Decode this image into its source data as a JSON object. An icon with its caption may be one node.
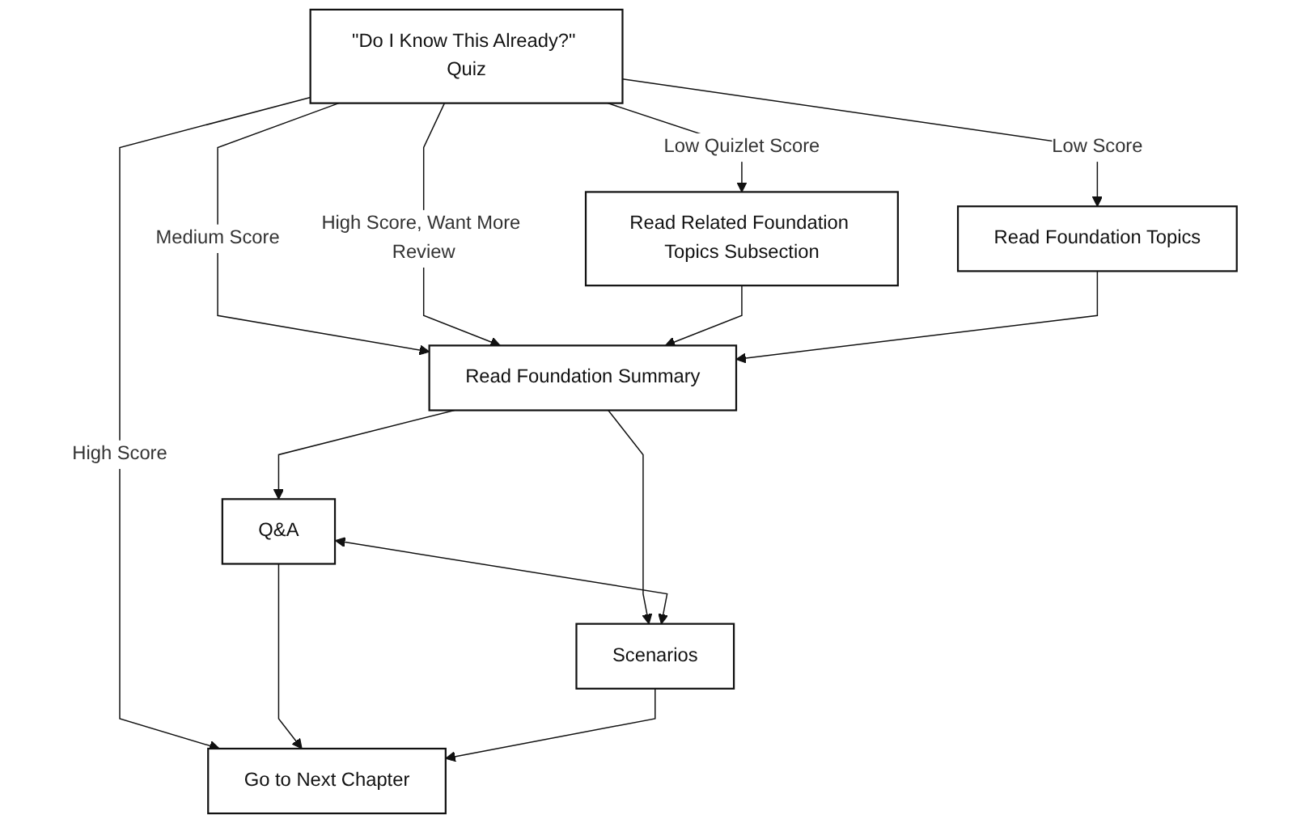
{
  "diagram": {
    "nodes": [
      {
        "text": [
          "\"Do I Know This Already?\" Quiz"
        ]
      },
      {
        "text": [
          "Read Foundation Topics"
        ]
      },
      {
        "text": [
          "Read Related Foundation Topics Subsection"
        ]
      },
      {
        "text": [
          "Read Foundation Summary"
        ]
      },
      {
        "text": [
          "Q&A"
        ]
      },
      {
        "text": [
          "Scenarios"
        ]
      },
      {
        "text": [
          "Go to Next Chapter"
        ]
      }
    ],
    "edges": [
      {
        "from": 0,
        "to": 1,
        "arrow": "to",
        "label": "Low Score"
      },
      {
        "from": 0,
        "to": 2,
        "arrow": "to",
        "label": "Low Quizlet Score"
      },
      {
        "from": 0,
        "to": 3,
        "arrow": "to",
        "label": "Medium Score"
      },
      {
        "from": 0,
        "to": 3,
        "arrow": "to",
        "label": "High Score, Want More Review"
      },
      {
        "from": 0,
        "to": 6,
        "arrow": "to",
        "label": "High Score"
      },
      {
        "from": 2,
        "to": 3,
        "arrow": "to"
      },
      {
        "from": 1,
        "to": 3,
        "arrow": "to"
      },
      {
        "from": 3,
        "to": 4,
        "arrow": "to"
      },
      {
        "from": 3,
        "to": 5,
        "arrow": "to"
      },
      {
        "from": 4,
        "to": 5,
        "arrow": "both"
      },
      {
        "from": 4,
        "to": 6,
        "arrow": "to"
      },
      {
        "from": 5,
        "to": 6,
        "arrow": "to"
      }
    ]
  }
}
